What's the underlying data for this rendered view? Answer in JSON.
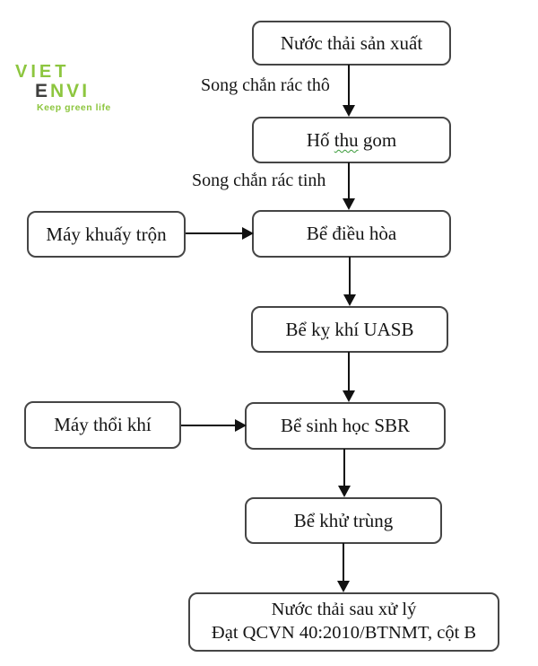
{
  "logo": {
    "viet": "VIET",
    "envi_e": "E",
    "envi_rest": "NVI",
    "tagline": "Keep green life",
    "green": "#8dc63f",
    "dark": "#3e3e3d"
  },
  "flow": {
    "source": {
      "label": "Nước thải sản xuất"
    },
    "screen_coarse_label": "Song chắn rác thô",
    "collection": {
      "pre": "Hố ",
      "underlined": "thu",
      "post": " gom"
    },
    "screen_fine_label": "Song chắn rác tinh",
    "mixer": {
      "label": "Máy khuấy trộn"
    },
    "equalization": {
      "label": "Bể điều hòa"
    },
    "uasb": {
      "label": "Bể kỵ khí UASB"
    },
    "blower": {
      "label": "Máy thổi khí"
    },
    "sbr": {
      "label": "Bể sinh học SBR"
    },
    "disinfection": {
      "label": "Bể khử trùng"
    },
    "output": {
      "line1": "Nước thải sau xử lý",
      "line2": "Đạt QCVN 40:2010/BTNMT, cột B"
    }
  },
  "colors": {
    "box_border": "#454545",
    "text": "#151515",
    "arrow": "#111111",
    "squiggle_green": "#3a9a3a",
    "background": "#ffffff"
  }
}
